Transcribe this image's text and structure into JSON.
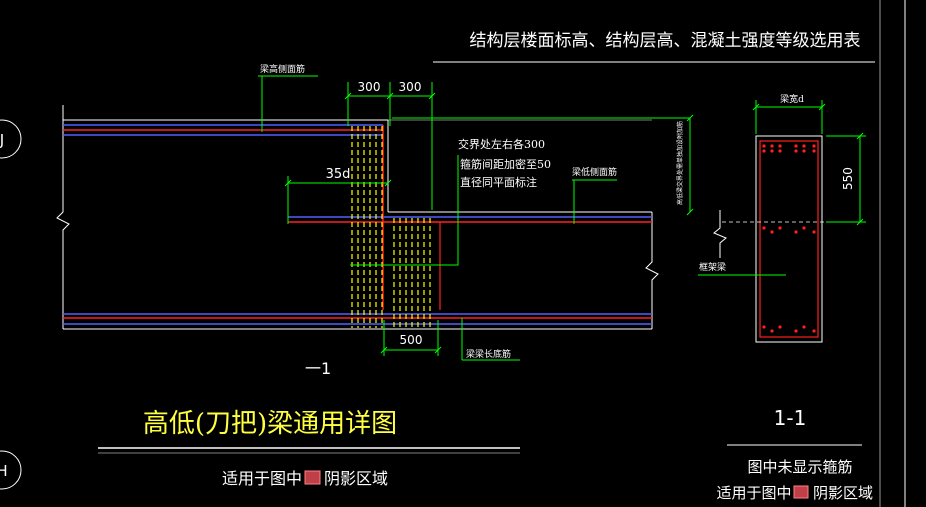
{
  "drawing": {
    "table_title": "结构层楼面标高、结构层高、混凝土强度等级选用表",
    "grid_upper": "J",
    "grid_lower": "H",
    "title": "高低(刀把)梁通用详图",
    "title_note_prefix": "适用于图中",
    "title_note_suffix": "阴影区域",
    "dims": {
      "left_300": "300",
      "right_300": "300",
      "d35": "35d",
      "bottom_500": "500",
      "right_550": "550"
    },
    "labels": {
      "beam_high_side": "梁高侧面筋",
      "cross_beam_note": "交界处左右各300",
      "stirrup_note_1": "箍筋间距加密至50",
      "stirrup_note_2": "直径同平面标注",
      "beam_low_side": "梁低侧面筋",
      "beam_bottom": "梁梁长底筋",
      "vertical_note": "高低梁交界处需单独加设附加筋",
      "frame_beam": "框架梁",
      "beam_width": "梁宽d",
      "section_mark_left": "一1"
    },
    "section": {
      "title": "1-1",
      "note": "图中未显示箍筋",
      "note2_prefix": "适用于图中",
      "note2_suffix": "阴影区域"
    },
    "colors": {
      "background": "#000000",
      "text": "#ffffff",
      "dimension": "#00ff00",
      "rebar_red": "#ff2020",
      "rebar_blue": "#5060ff",
      "stirrup_yellow": "#ffff00",
      "accent_yellow": "#ffff40"
    }
  }
}
